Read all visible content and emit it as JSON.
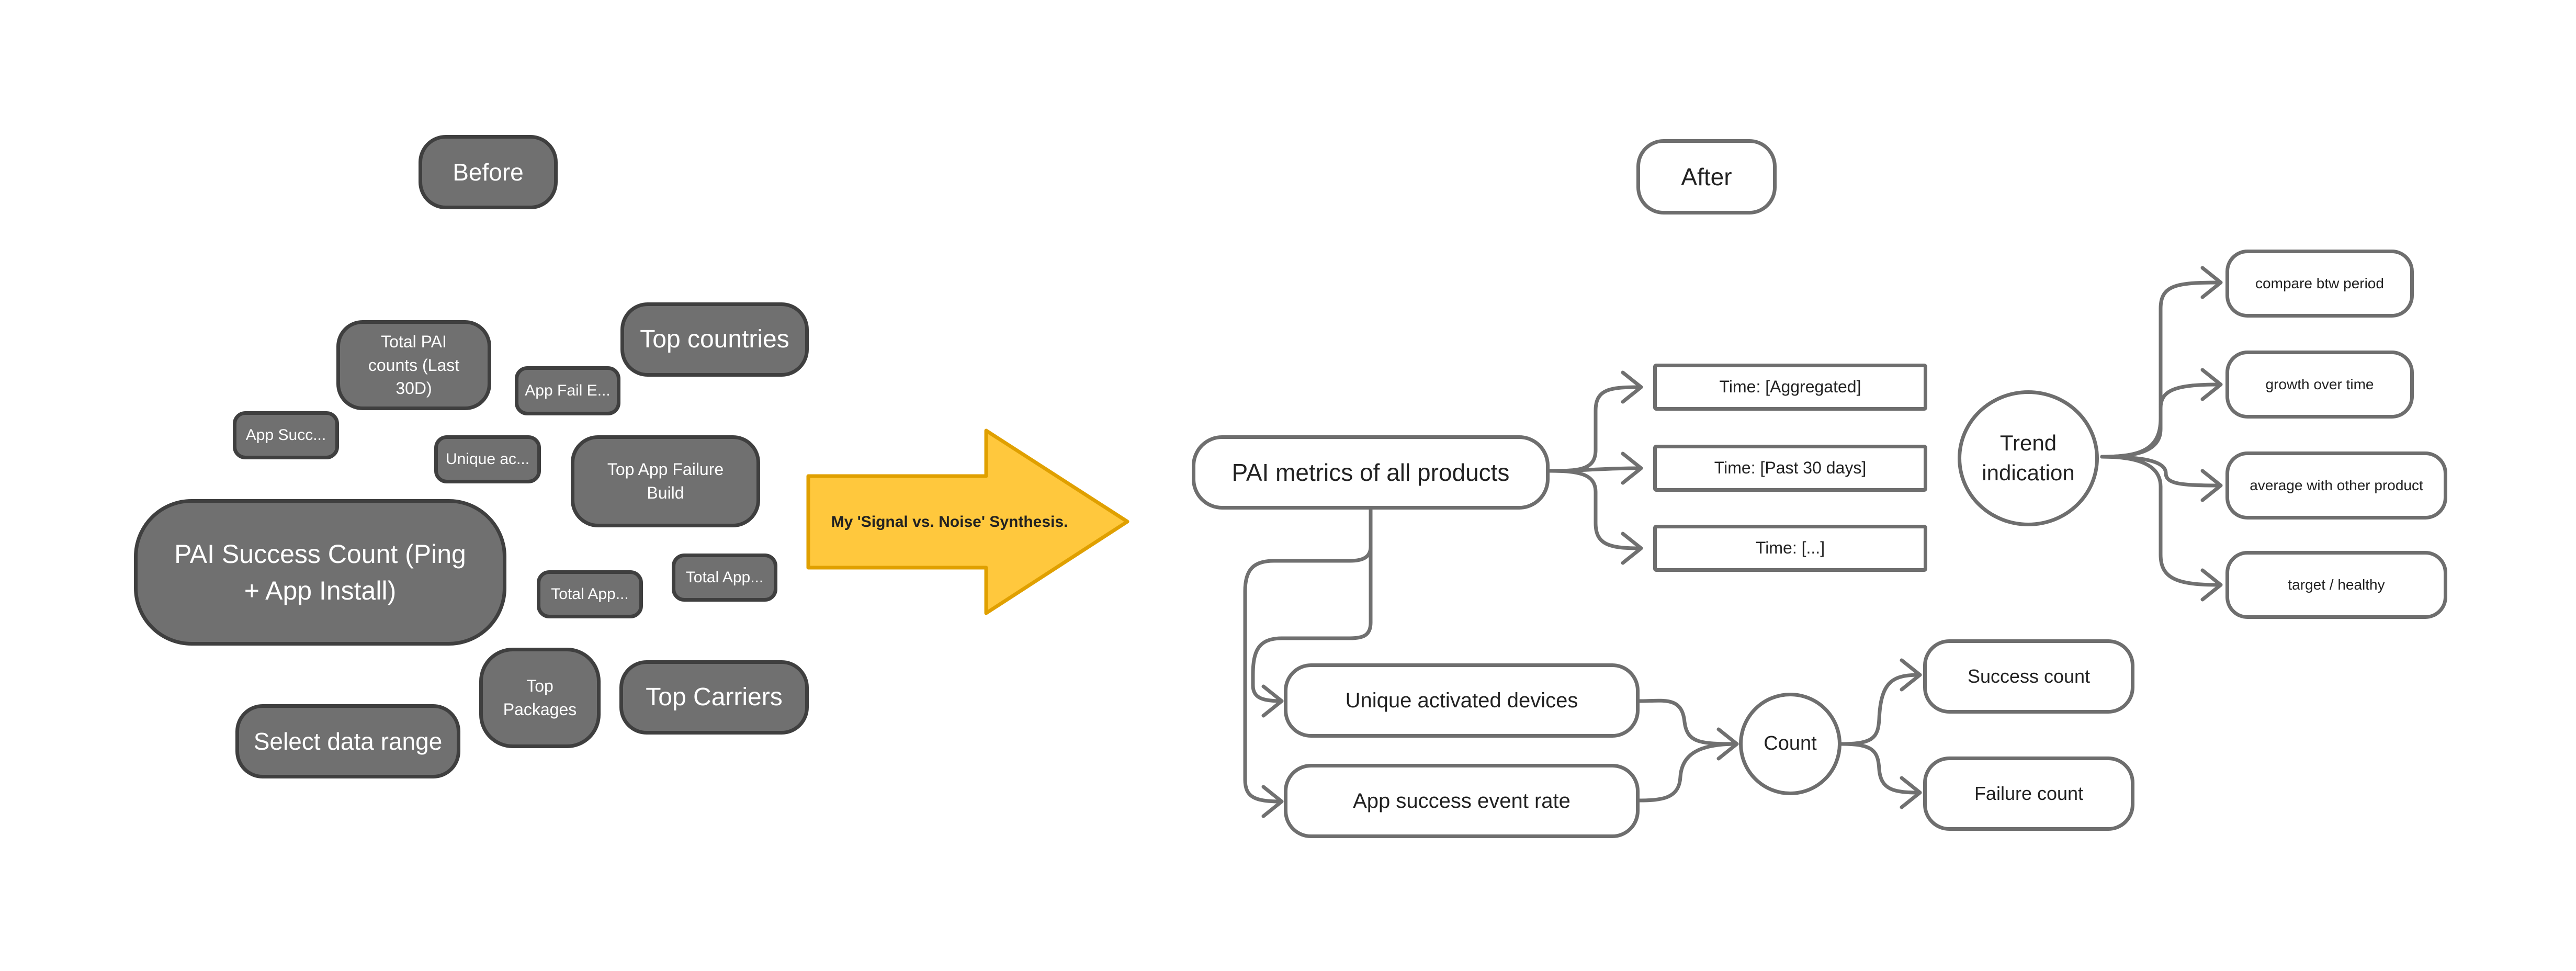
{
  "before": {
    "title": "Before",
    "nodes": {
      "total_pai": "Total PAI counts (Last 30D)",
      "top_countries": "Top countries",
      "app_fail": "App Fail E...",
      "app_success": "App Succ...",
      "unique_ac": "Unique ac...",
      "top_app_failure": "Top App Failure Build",
      "pai_success": "PAI Success Count (Ping + App Install)",
      "total_app_a": "Total App...",
      "total_app_b": "Total App...",
      "top_packages": "Top Packages",
      "top_carriers": "Top Carriers",
      "select_range": "Select data range"
    }
  },
  "arrow": {
    "label": "My 'Signal vs. Noise' Synthesis.",
    "fill": "#FFC83D",
    "stroke": "#E0A000"
  },
  "after": {
    "title": "After",
    "pai_metrics": "PAI metrics of all products",
    "times": [
      "Time: [Aggregated]",
      "Time: [Past 30 days]",
      "Time: [...]"
    ],
    "trend": "Trend indication",
    "trend_items": [
      "compare btw period",
      "growth over time",
      "average with other product",
      "target / healthy"
    ],
    "unique_devices": "Unique activated devices",
    "app_success_rate": "App success event rate",
    "count": "Count",
    "success_count": "Success count",
    "failure_count": "Failure count"
  },
  "colors": {
    "dark_fill": "#707070",
    "dark_border": "#3f3f3f",
    "light_border": "#6e6e6e",
    "connector": "#707070"
  }
}
